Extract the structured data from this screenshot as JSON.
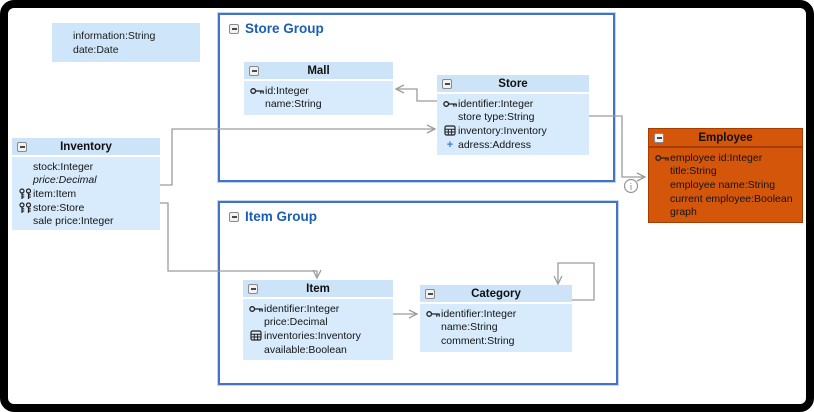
{
  "annotation": {
    "lines": [
      "information:String",
      "date:Date"
    ]
  },
  "store_group": {
    "title": "Store Group"
  },
  "item_group": {
    "title": "Item Group"
  },
  "entities": [
    {
      "id": "mall",
      "title": "Mall",
      "attributes": [
        {
          "icon": "key",
          "text": "id:Integer"
        },
        {
          "icon": "none",
          "text": "name:String"
        }
      ]
    },
    {
      "id": "store",
      "title": "Store",
      "attributes": [
        {
          "icon": "key",
          "text": "identifier:Integer"
        },
        {
          "icon": "none",
          "text": "store type:String"
        },
        {
          "icon": "table",
          "text": "inventory:Inventory"
        },
        {
          "icon": "plus",
          "text": "adress:Address"
        }
      ]
    },
    {
      "id": "inventory",
      "title": "Inventory",
      "attributes": [
        {
          "icon": "none",
          "text": "stock:Integer"
        },
        {
          "icon": "none",
          "text": "price:Decimal",
          "italic": true
        },
        {
          "icon": "double-key",
          "text": "item:Item"
        },
        {
          "icon": "double-key",
          "text": "store:Store"
        },
        {
          "icon": "none",
          "text": "sale price:Integer"
        }
      ]
    },
    {
      "id": "employee",
      "title": "Employee",
      "attributes": [
        {
          "icon": "key",
          "text": "employee id:Integer"
        },
        {
          "icon": "none",
          "text": "title:String"
        },
        {
          "icon": "none",
          "text": "employee name:String"
        },
        {
          "icon": "none",
          "text": "current employee:Boolean"
        },
        {
          "icon": "none",
          "text": "graph"
        }
      ]
    },
    {
      "id": "item",
      "title": "Item",
      "attributes": [
        {
          "icon": "key",
          "text": "identifier:Integer"
        },
        {
          "icon": "none",
          "text": "price:Decimal"
        },
        {
          "icon": "table",
          "text": "inventories:Inventory"
        },
        {
          "icon": "none",
          "text": "available:Boolean"
        }
      ]
    },
    {
      "id": "category",
      "title": "Category",
      "attributes": [
        {
          "icon": "key",
          "text": "identifier:Integer"
        },
        {
          "icon": "none",
          "text": "name:String"
        },
        {
          "icon": "none",
          "text": "comment:String"
        }
      ]
    }
  ],
  "icons": {
    "collapse": "minus-square-icon",
    "key": "key-icon",
    "double-key": "double-key-icon",
    "table": "table-icon",
    "plus": "plus-icon",
    "edge_info": "info-icon"
  },
  "colors": {
    "entity_fill": "#d7ebfc",
    "entity_header": "#cde4f8",
    "employee_fill": "#d4560b",
    "employee_border": "#a63c00",
    "group_border": "#4472c4",
    "group_title": "#1a5fb4",
    "edge": "#9c9c9c"
  }
}
